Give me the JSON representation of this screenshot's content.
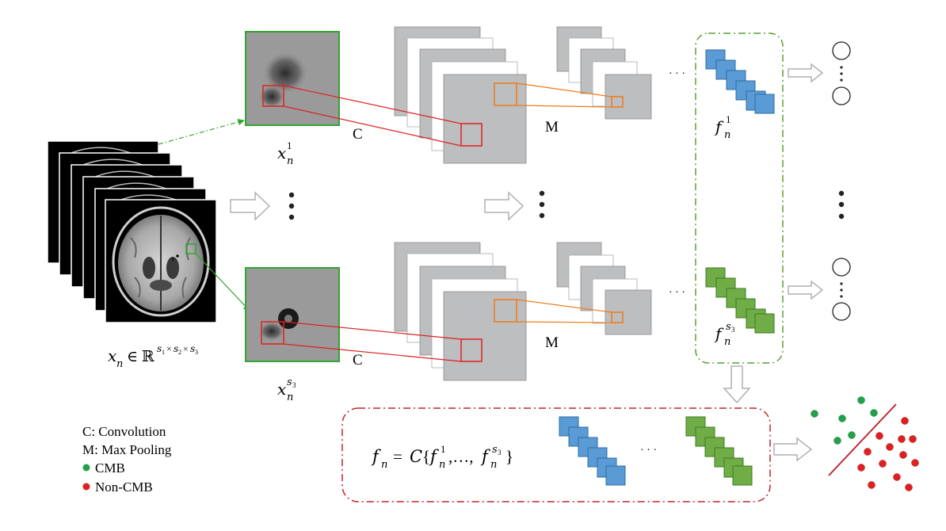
{
  "labels": {
    "conv_top": "C",
    "conv_bottom": "C",
    "pool_top": "M",
    "pool_bottom": "M",
    "patch_top_sub": "n",
    "patch_top_sup": "1",
    "patch_bottom_sub": "n",
    "patch_bottom_sup": "s",
    "patch_bottom_sup_sub": "3",
    "feat_top_base": "f",
    "feat_top_sub": "n",
    "feat_top_sup": "1",
    "feat_bottom_base": "f",
    "feat_bottom_sub": "n",
    "feat_bottom_sup": "s",
    "feat_bottom_sup_sub": "3",
    "input_base": "x",
    "input_sub": "n",
    "input_in": "∈ ℝ",
    "input_s1": "s",
    "input_1": "1",
    "input_x1": "×",
    "input_s2": "s",
    "input_2": "2",
    "input_x2": "×",
    "input_s3": "s",
    "input_3": "3",
    "fusion_fn": "f",
    "fusion_n": "n",
    "fusion_eq": "= ",
    "fusion_C": "C",
    "fusion_open": "{",
    "fusion_f1": "f",
    "fusion_f1_sub": "n",
    "fusion_f1_sup": "1",
    "fusion_dots": ",…,",
    "fusion_f2": "f",
    "fusion_f2_sub": "n",
    "fusion_f2_sup": "s",
    "fusion_f2_sup_sub": "3",
    "fusion_close": "}",
    "ellipsis": "· · ·"
  },
  "legend": {
    "conv": "C: Convolution",
    "pool": "M: Max Pooling",
    "cmb": "CMB",
    "noncmb": "Non-CMB"
  },
  "colors": {
    "patch_border": "#33a532",
    "conv_box": "#e02020",
    "pool_box": "#f07a18",
    "fmap_fill": "#bdbec0",
    "fmap_stroke": "#8c8c8c",
    "feature_blue": "#5b9bd5",
    "feature_green": "#70ad47",
    "green_frame": "#5aa032",
    "red_frame": "#c0272d",
    "cmb_dot": "#23a14a",
    "noncmb_dot": "#e02020",
    "arrow": "#b0b0b0"
  }
}
